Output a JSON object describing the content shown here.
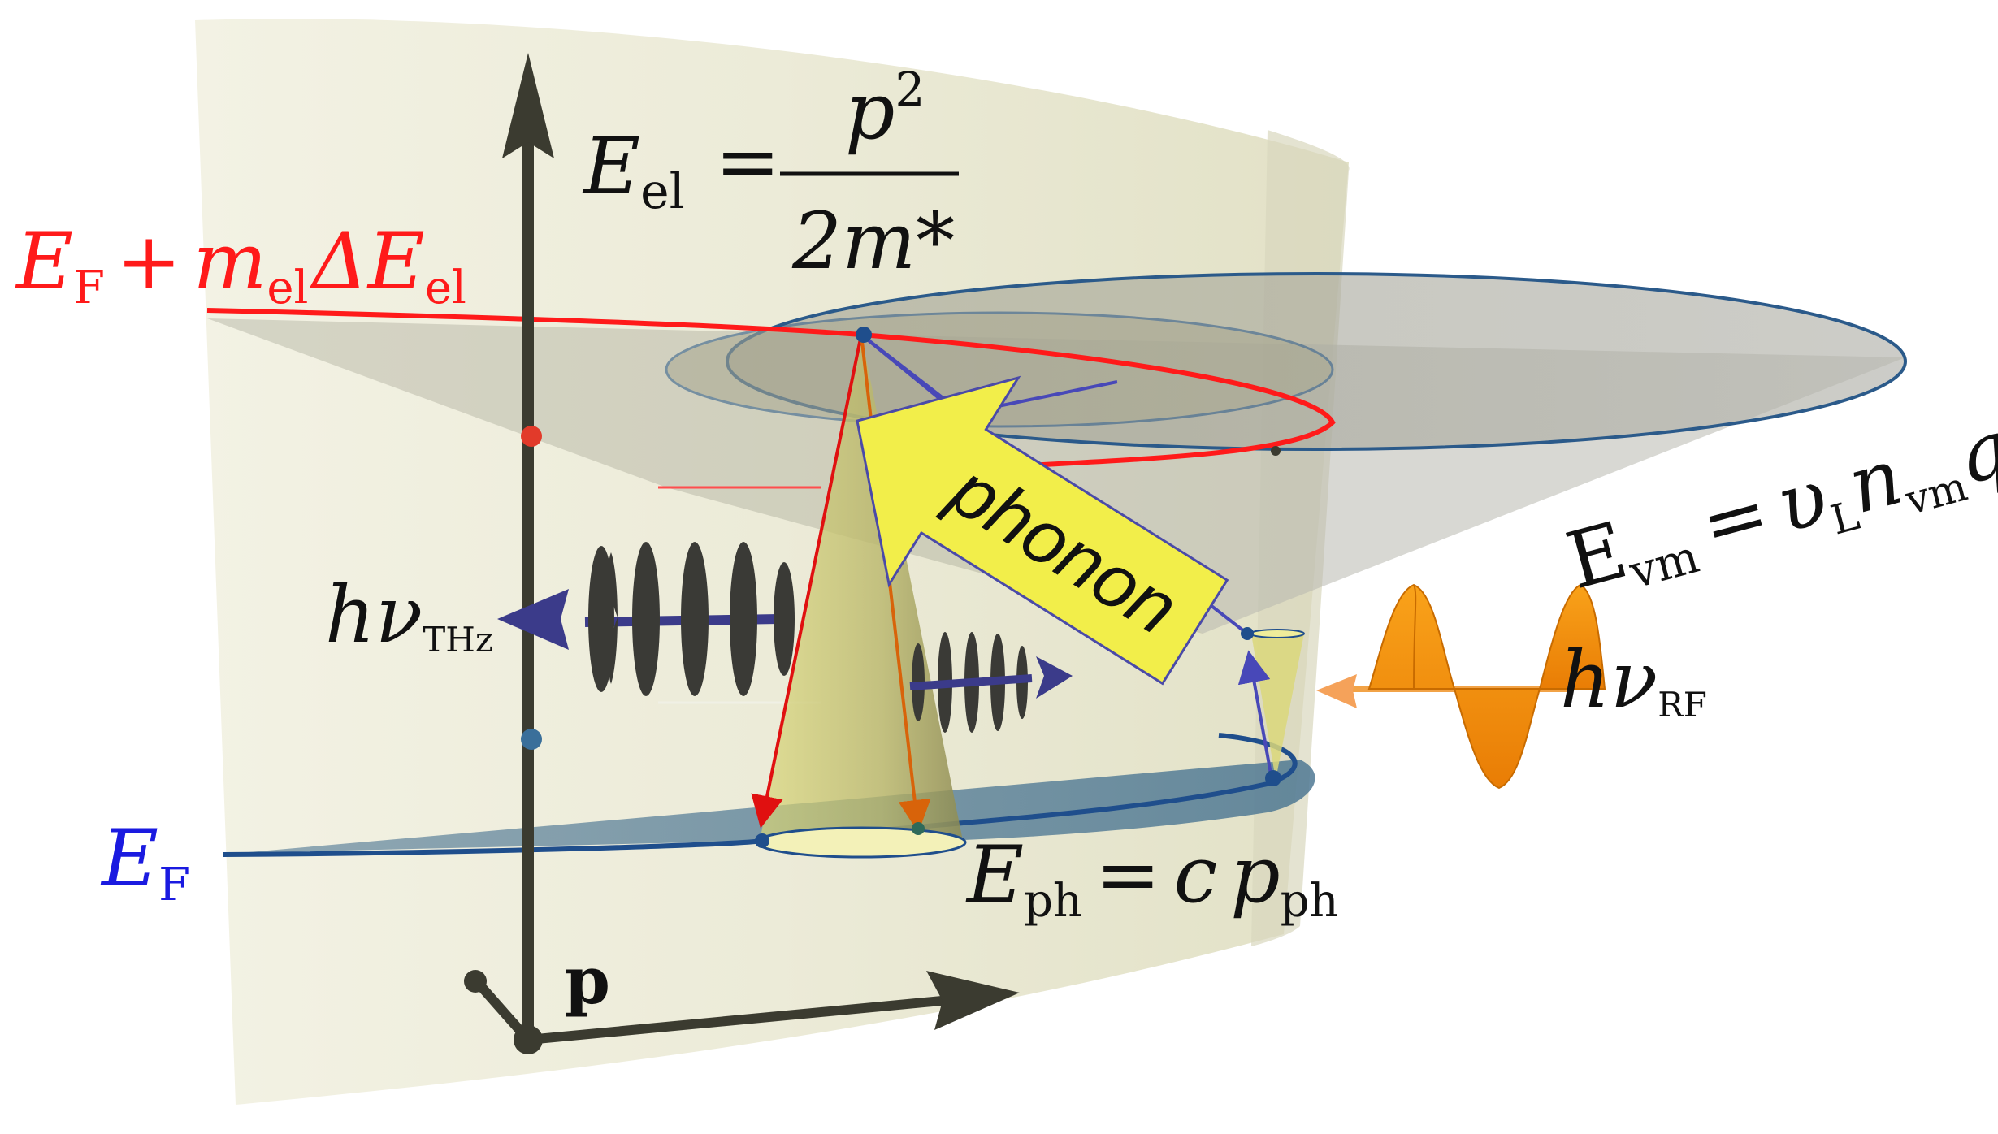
{
  "colors": {
    "red_level": "#ff1a1a",
    "blue_level": "#1f4e8c",
    "surface": "#ecebd6",
    "axis": "#3b3b30",
    "phonon_arrow": "#f2ee4a",
    "rf_wave": "#f7930f",
    "thz_wave": "#3a3a36",
    "cone_fill": "#c9c774",
    "arrow_blue": "#3c3c9e"
  },
  "labels": {
    "e_el": {
      "E": "E",
      "el_sub": "el",
      "eq": "=",
      "numerator": "p",
      "numerator_sup": "2",
      "denominator": "2m*"
    },
    "e_f_plus": {
      "E": "E",
      "F_sub": "F",
      "plus": "+",
      "m": "m",
      "el_sub": "el",
      "delta": "ΔE",
      "el_sub2": "el"
    },
    "e_f": {
      "E": "E",
      "F_sub": "F"
    },
    "e_vm": {
      "E": "E",
      "vm_sub": "vm",
      "eq": "=",
      "v": "υ",
      "L_sub": "L",
      "n": "n",
      "vm_sub2": "vm",
      "q": "q"
    },
    "e_ph": {
      "E": "E",
      "ph_sub": "ph",
      "eq": "=",
      "c": "c",
      "p": "p",
      "ph_sub2": "ph"
    },
    "hv_thz": {
      "h": "hν",
      "sub": "THz"
    },
    "hv_rf": {
      "h": "hν",
      "sub": "RF"
    },
    "p_axis": "p",
    "phonon": "phonon"
  }
}
